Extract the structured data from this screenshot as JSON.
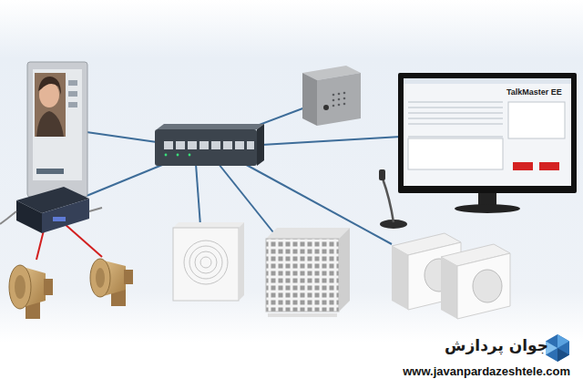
{
  "diagram": {
    "labels": [
      "TalkMaster EE",
      "جوان پردازش",
      "www.javanpardazeshtele.com"
    ]
  }
}
